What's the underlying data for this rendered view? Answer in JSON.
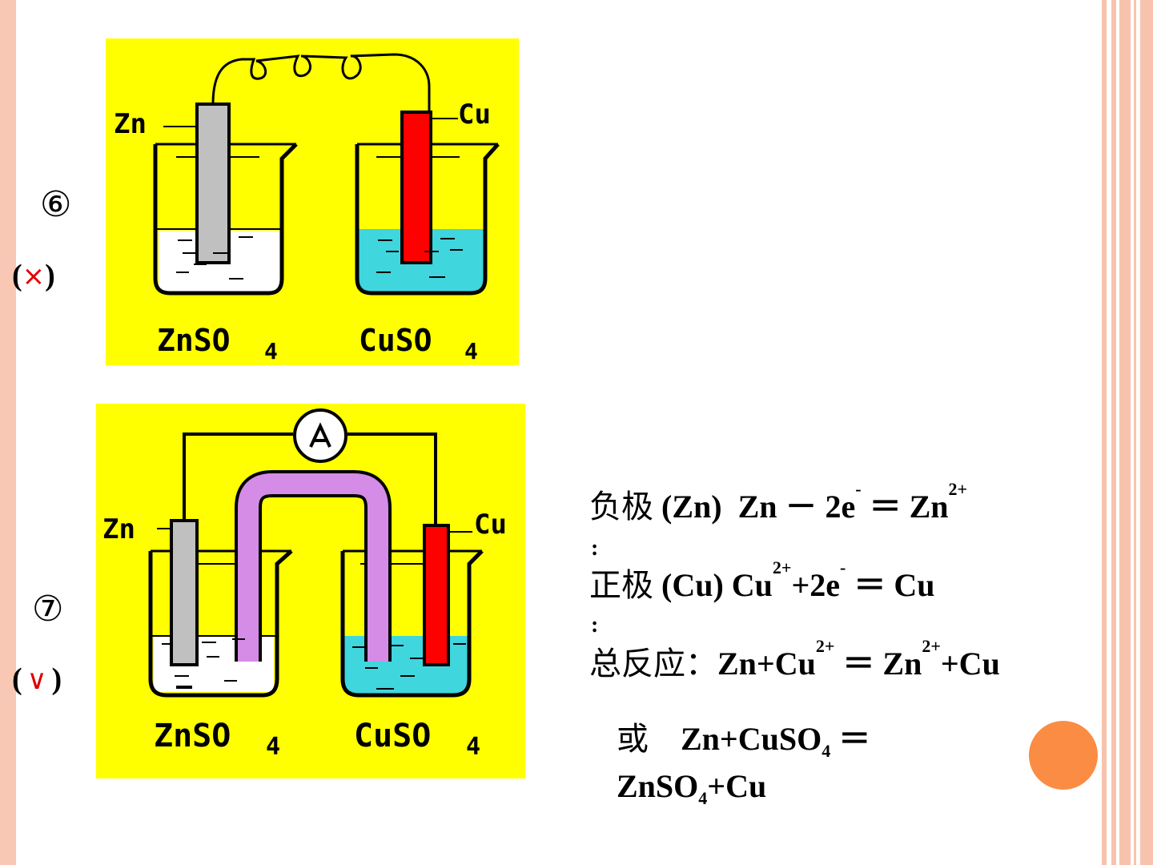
{
  "labels": {
    "fig6_number": "⑥",
    "fig6_mark_open": "(",
    "fig6_mark_symbol": "×",
    "fig6_mark_close": ")",
    "fig7_number": "⑦",
    "fig7_mark_open": "(",
    "fig7_mark_symbol": "∨",
    "fig7_mark_close": ")"
  },
  "figure6": {
    "left_electrode": "Zn",
    "right_electrode": "Cu",
    "left_solution": "ZnSO",
    "right_solution": "CuSO",
    "subscript": "4"
  },
  "figure7": {
    "left_electrode": "Zn",
    "right_electrode": "Cu",
    "left_solution": "ZnSO",
    "right_solution": "CuSO",
    "subscript": "4",
    "meter_symbol": "A"
  },
  "equations": {
    "negative_label": "负极",
    "negative_electrode": "(Zn)",
    "negative_rxn": "Zn － 2e",
    "negative_rxn_sup": "-",
    "negative_rxn_mid": " ＝ Zn",
    "negative_rxn_sup2": "2+",
    "positive_label": "正极",
    "positive_electrode": "(Cu)",
    "positive_rxn_a": "Cu",
    "positive_rxn_sup1": "2+",
    "positive_rxn_b": "+2e",
    "positive_rxn_sup2": "-",
    "positive_rxn_c": " ＝ Cu",
    "total_label": "总反应：",
    "total_a": "Zn+Cu",
    "total_sup1": "2+",
    "total_b": " ＝ Zn",
    "total_sup2": "2+",
    "total_c": "+Cu",
    "or_label": "或",
    "alt_a": "Zn+CuSO",
    "alt_sub1": "4",
    "alt_b": " ＝",
    "alt_c": "ZnSO",
    "alt_sub2": "4",
    "alt_d": "+Cu"
  },
  "colors": {
    "figure_bg": "#ffff00",
    "zinc": "#c0c0c0",
    "copper": "#ff0000",
    "cuso4_solution": "#3fd6de",
    "salt_bridge": "#d58ce6",
    "mark_color": "#e00000",
    "accent_dot": "#fb8c43",
    "stripe": "#f8c3ad"
  }
}
